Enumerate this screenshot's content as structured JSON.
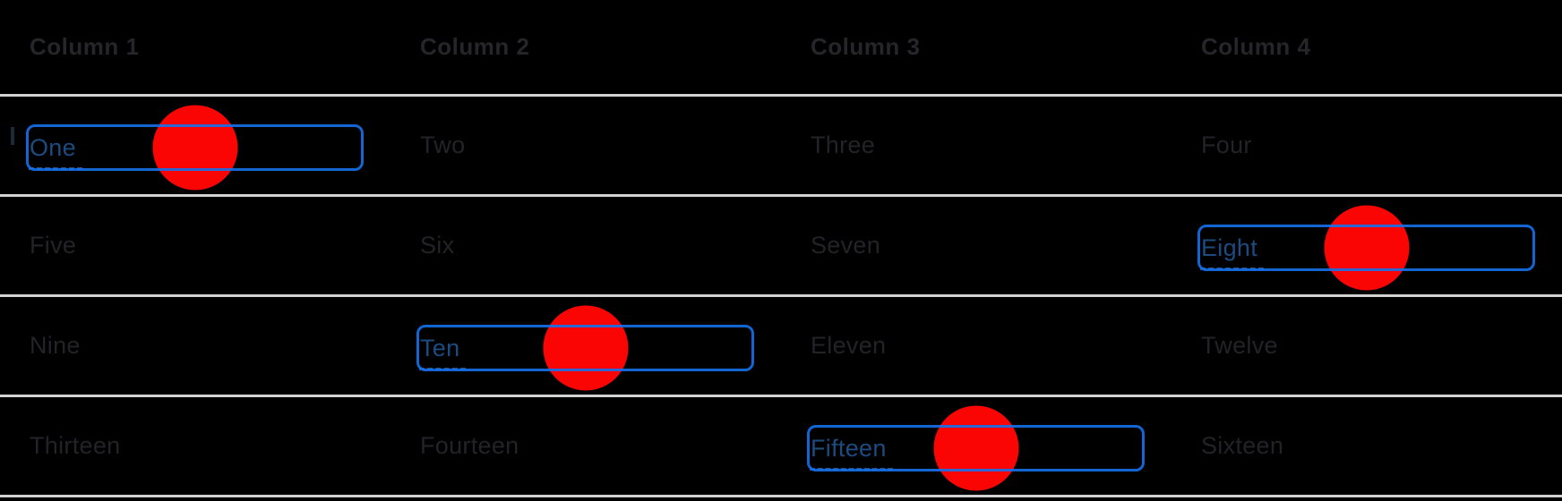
{
  "table": {
    "headers": [
      "Column 1",
      "Column 2",
      "Column 3",
      "Column 4"
    ],
    "rows": [
      [
        "One",
        "Two",
        "Three",
        "Four"
      ],
      [
        "Five",
        "Six",
        "Seven",
        "Eight"
      ],
      [
        "Nine",
        "Ten",
        "Eleven",
        "Twelve"
      ],
      [
        "Thirteen",
        "Fourteen",
        "Fifteen",
        "Sixteen"
      ]
    ],
    "focused_cells": [
      "One",
      "Eight",
      "Ten",
      "Fifteen"
    ]
  },
  "colors": {
    "background": "#000000",
    "row_divider": "#d2d2d2",
    "header_text": "#26262a",
    "cell_text": "#232327",
    "focus_ring_blue": "#1373e8",
    "focus_text_blue": "#1c4b80",
    "dashed_underline_blue": "#215489",
    "click_indicator_red": "#fa0404"
  }
}
